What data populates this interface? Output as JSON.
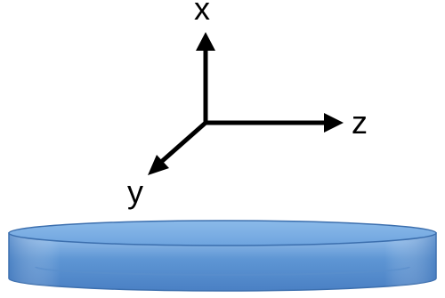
{
  "axes": {
    "x": {
      "label": "x",
      "icon": "arrow-up-icon"
    },
    "z": {
      "label": "z",
      "icon": "arrow-right-icon"
    },
    "y": {
      "label": "y",
      "icon": "arrow-down-left-icon"
    }
  },
  "disk": {
    "shape": "cylindrical-disk",
    "colors": {
      "top": "#7EB0E4",
      "side": "#4F88CC",
      "edge": "#3C6FAE"
    }
  },
  "colors": {
    "axis": "#000000",
    "background": "#ffffff"
  }
}
